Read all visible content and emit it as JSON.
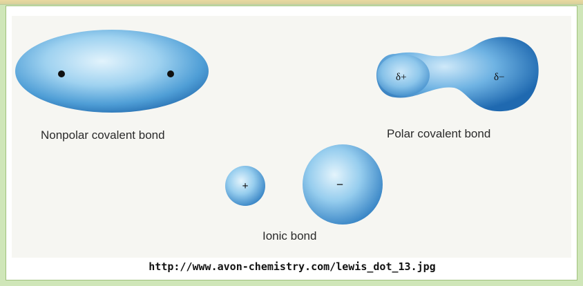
{
  "diagram": {
    "nonpolar": {
      "label": "Nonpolar covalent bond"
    },
    "polar": {
      "label": "Polar covalent bond",
      "delta_positive": "δ+",
      "delta_negative": "δ−"
    },
    "ionic": {
      "label": "Ionic bond",
      "cation_sign": "+",
      "anion_sign": "−"
    }
  },
  "source_caption": "http://www.avon-chemistry.com/lewis_dot_13.jpg",
  "colors": {
    "cloud_light": "#d9eefa",
    "cloud_mid": "#7fc0e8",
    "cloud_dark": "#2f7fc0",
    "frame_green": "#cfe6b8"
  }
}
